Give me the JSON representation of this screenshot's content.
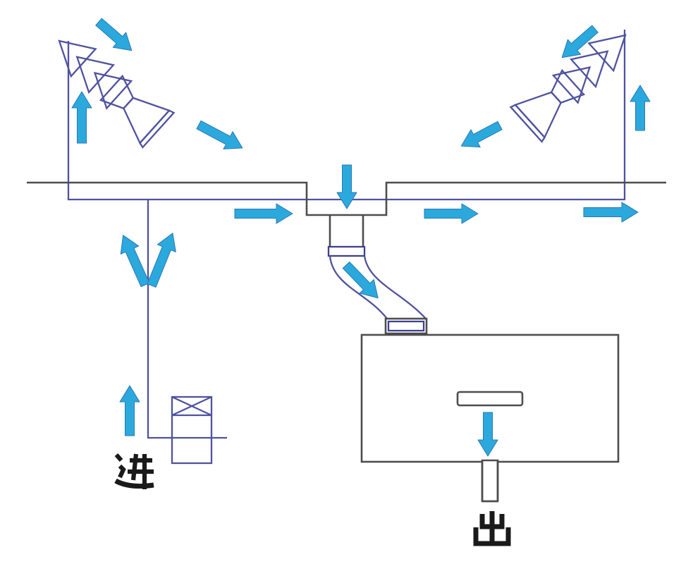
{
  "diagram": {
    "kind": "airflow-system-line-diagram",
    "labels": {
      "inlet": "进",
      "outlet": "出"
    },
    "colors": {
      "line_purple": "#4f52a0",
      "line_gray": "#4d4d4d",
      "arrow_fill": "#2BA9DC",
      "arrow_stroke": "#2878B8",
      "ink": "#1a1a1a",
      "background": "#ffffff"
    },
    "components": [
      "multi-stage induction nozzle array upper-left (three cones + venturi diffuser)",
      "multi-stage induction nozzle array upper-right (mirrored)",
      "ceiling line with central exhaust recess",
      "vertical drop duct with flange",
      "s-curved duct into air handling box",
      "air handling box with internal slot",
      "bottom outlet stub pipe",
      "inlet riser pipe with valve box"
    ],
    "flow_arrows": [
      {
        "name": "inflow-top-left",
        "direction": "down-right into left nozzle array"
      },
      {
        "name": "riser-left",
        "direction": "up along left riser"
      },
      {
        "name": "outflow-left",
        "direction": "down-right out of left venturi"
      },
      {
        "name": "inflow-top-right",
        "direction": "down-left into right nozzle array"
      },
      {
        "name": "riser-right",
        "direction": "up along right riser"
      },
      {
        "name": "outflow-right",
        "direction": "down-left out of right venturi"
      },
      {
        "name": "ceiling-down",
        "direction": "down into ceiling recess"
      },
      {
        "name": "plenum-left",
        "direction": "right along plenum line (left side)"
      },
      {
        "name": "plenum-right-1",
        "direction": "right along plenum line (center-right)"
      },
      {
        "name": "plenum-right-2",
        "direction": "right along plenum line (far right)"
      },
      {
        "name": "branch-up-left",
        "direction": "diverging up-left from branch pipe"
      },
      {
        "name": "branch-up-right",
        "direction": "diverging up-right from branch pipe"
      },
      {
        "name": "inlet-up",
        "direction": "up from inlet valve"
      },
      {
        "name": "s-pipe-down",
        "direction": "down-right through s-curved duct"
      },
      {
        "name": "box-down",
        "direction": "down from slot to outlet"
      }
    ]
  }
}
